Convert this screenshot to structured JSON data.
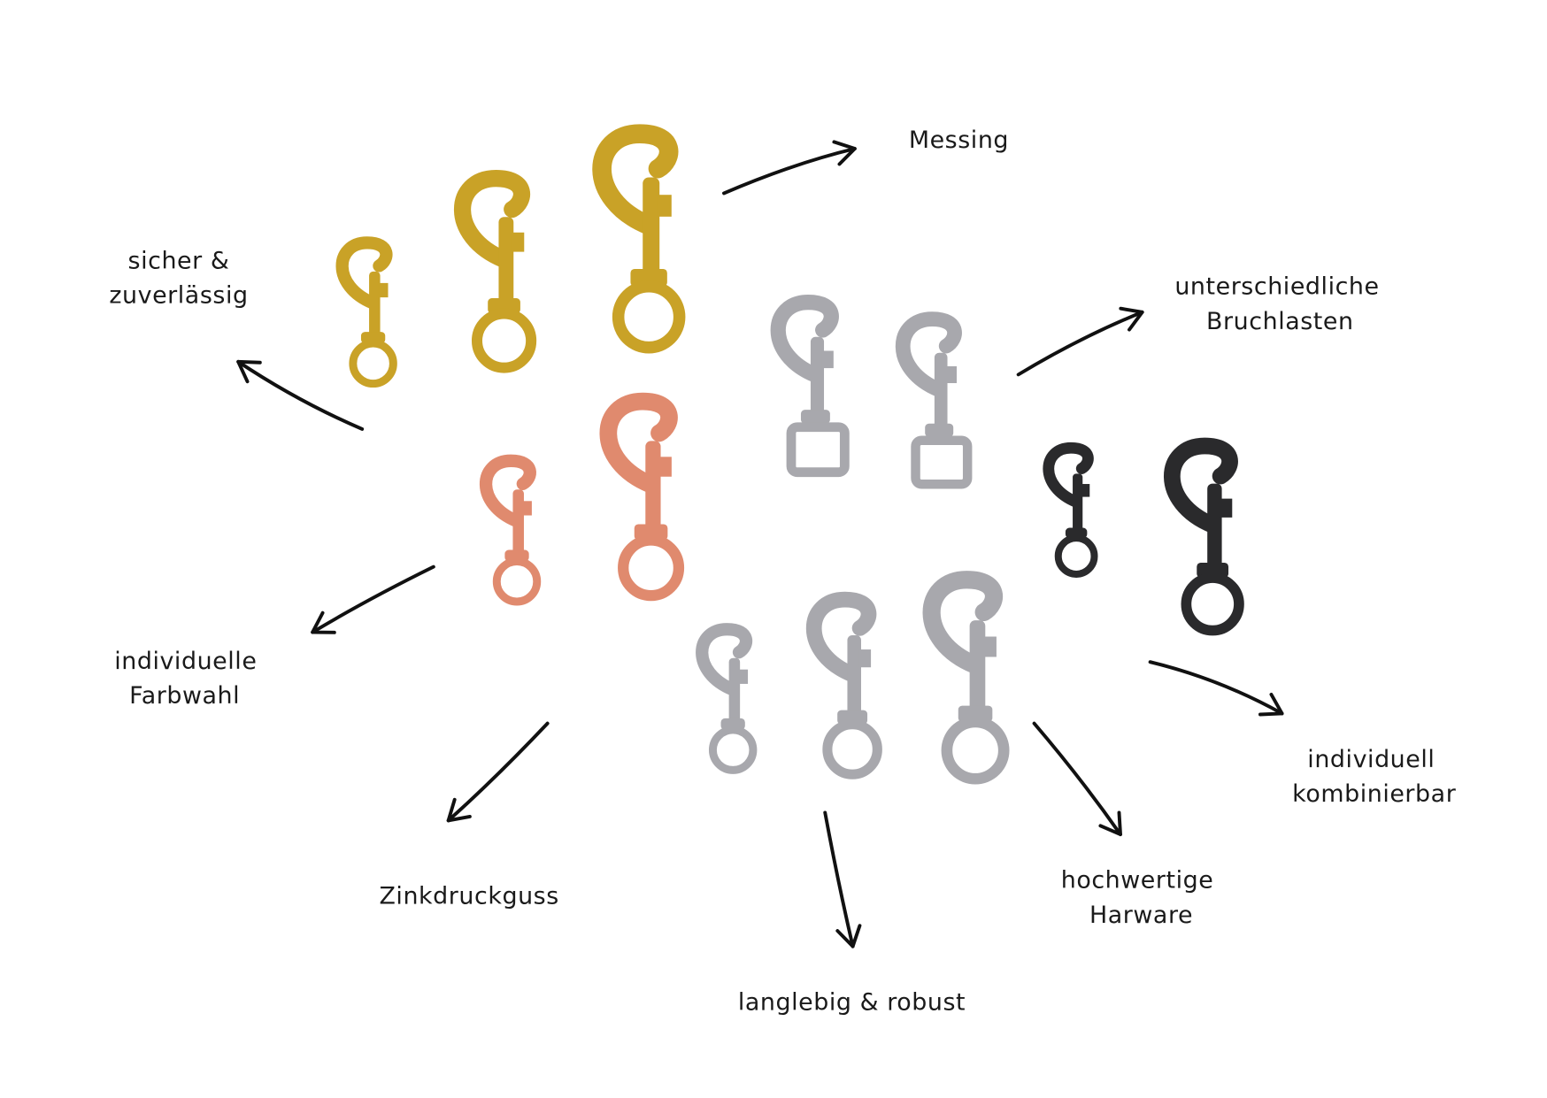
{
  "labels": {
    "messing": "Messing",
    "sicher_line1": "sicher &",
    "sicher_line2": "zuverlässig",
    "bruchlasten_line1": "unterschiedliche",
    "bruchlasten_line2": "Bruchlasten",
    "farbwahl_line1": "individuelle",
    "farbwahl_line2": "Farbwahl",
    "zinkdruckguss": "Zinkdruckguss",
    "langlebig": "langlebig & robust",
    "hardware_line1": "hochwertige",
    "hardware_line2": "Harware",
    "kombinierbar_line1": "individuell",
    "kombinierbar_line2": "kombinierbar"
  },
  "finishes": {
    "gold": "#c9a227",
    "silver": "#a8a8ad",
    "rose": "#e08a6e",
    "black": "#2a2a2c"
  }
}
